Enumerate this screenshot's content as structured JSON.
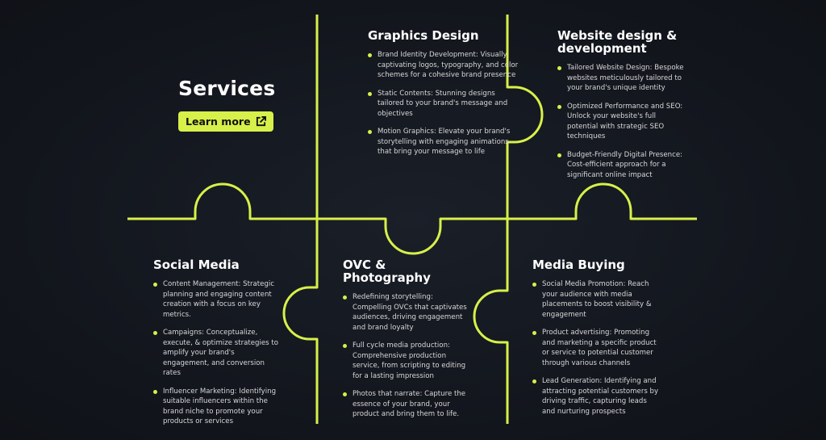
{
  "colors": {
    "accent": "#d7f04a",
    "background": "#12151c"
  },
  "hero": {
    "title": "Services",
    "button_label": "Learn more",
    "button_icon": "external-link-icon"
  },
  "sections": [
    {
      "title": "Graphics Design",
      "items": [
        "Brand Identity Development: Visually captivating logos, typography, and color schemes for a cohesive brand presence",
        "Static Contents: Stunning designs tailored to your brand's message and objectives",
        "Motion Graphics: Elevate your brand's storytelling with engaging animations that bring your message to life"
      ]
    },
    {
      "title": "Website design & development",
      "items": [
        "Tailored Website Design: Bespoke websites meticulously tailored to your brand's unique identity",
        "Optimized Performance and SEO: Unlock your website's full potential with strategic SEO techniques",
        "Budget-Friendly Digital Presence: Cost-efficient approach for a significant online impact"
      ]
    },
    {
      "title": "Social Media",
      "items": [
        "Content Management: Strategic planning and engaging content creation with a focus on key metrics.",
        "Campaigns: Conceptualize, execute, & optimize strategies to amplify your brand's engagement, and conversion rates",
        "Influencer Marketing: Identifying suitable influencers within the brand niche to promote your products or services"
      ]
    },
    {
      "title": "OVC & Photography",
      "items": [
        "Redefining storytelling: Compelling OVCs that captivates audiences, driving engagement and brand loyalty",
        "Full cycle media production: Comprehensive production service, from scripting to editing for a lasting impression",
        "Photos that narrate: Capture the essence of your brand, your product and bring them to life."
      ]
    },
    {
      "title": "Media Buying",
      "items": [
        "Social Media Promotion: Reach your audience with media placements to boost visibility & engagement",
        "Product advertising: Promoting and marketing a specific product or service to potential customer through various channels",
        "Lead Generation: Identifying and attracting potential customers by driving traffic, capturing leads and nurturing prospects"
      ]
    }
  ]
}
